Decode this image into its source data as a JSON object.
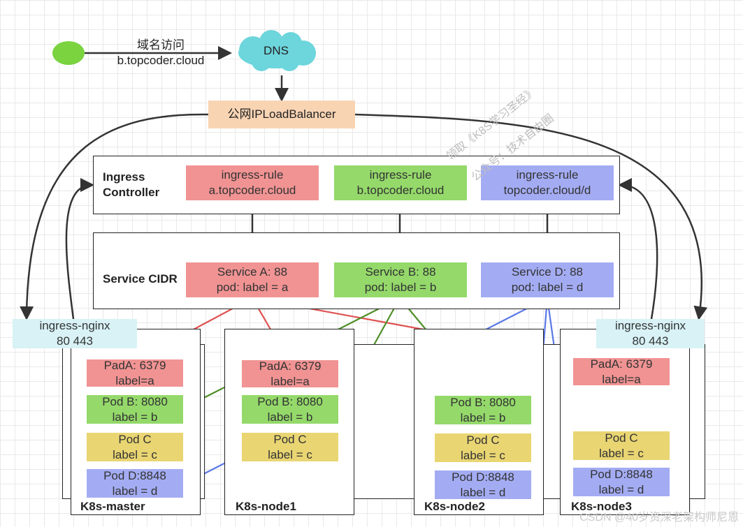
{
  "header": {
    "domain_access_label": "域名访问",
    "domain_access_host": "b.topcoder.cloud",
    "dns_label": "DNS",
    "load_balancer_label": "公网IPLoadBalancer"
  },
  "ingress_controller": {
    "title_line1": "Ingress",
    "title_line2": "Controller",
    "rules": [
      {
        "line1": "ingress-rule",
        "line2": "a.topcoder.cloud"
      },
      {
        "line1": "ingress-rule",
        "line2": "b.topcoder.cloud"
      },
      {
        "line1": "ingress-rule",
        "line2": "topcoder.cloud/d"
      }
    ]
  },
  "service_cidr": {
    "title": "Service CIDR",
    "services": [
      {
        "line1": "Service A: 88",
        "line2": "pod: label = a"
      },
      {
        "line1": "Service B: 88",
        "line2": "pod: label = b"
      },
      {
        "line1": "Service D: 88",
        "line2": "pod: label = d"
      }
    ]
  },
  "ingress_nginx": {
    "left": {
      "line1": "ingress-nginx",
      "line2": "80  443"
    },
    "right": {
      "line1": "ingress-nginx",
      "line2": "80  443"
    }
  },
  "nodes": [
    {
      "name": "K8s-master",
      "pods": {
        "a": {
          "line1": "PadA: 6379",
          "line2": "label=a"
        },
        "b": {
          "line1": "Pod B: 8080",
          "line2": "label = b"
        },
        "c": {
          "line1": "Pod C",
          "line2": "label = c"
        },
        "d": {
          "line1": "Pod D:8848",
          "line2": "label = d"
        }
      }
    },
    {
      "name": "K8s-node1",
      "pods": {
        "a": {
          "line1": "PadA: 6379",
          "line2": "label=a"
        },
        "b": {
          "line1": "Pod B: 8080",
          "line2": "label = b"
        },
        "c": {
          "line1": "Pod C",
          "line2": "label = c"
        }
      }
    },
    {
      "name": "K8s-node2",
      "pods": {
        "b": {
          "line1": "Pod B: 8080",
          "line2": "label = b"
        },
        "c": {
          "line1": "Pod C",
          "line2": "label = c"
        },
        "d": {
          "line1": "Pod D:8848",
          "line2": "label = d"
        }
      }
    },
    {
      "name": "K8s-node3",
      "pods": {
        "a": {
          "line1": "PadA: 6379",
          "line2": "label=a"
        },
        "c": {
          "line1": "Pod C",
          "line2": "label = c"
        },
        "d": {
          "line1": "Pod D:8848",
          "line2": "label = d"
        }
      }
    }
  ],
  "watermark": {
    "line1": "领取《K8S学习圣经》",
    "line2": "公众号：技术自由圈"
  },
  "credit": "CSDN @40岁资深老架构师尼恩",
  "colors": {
    "red_arrow": "#e05050",
    "green_arrow": "#4f8f27",
    "blue_arrow": "#5a78e6",
    "black_arrow": "#333333",
    "user_dot": "#7ad33f",
    "dns_cloud": "#6dd5dc"
  }
}
